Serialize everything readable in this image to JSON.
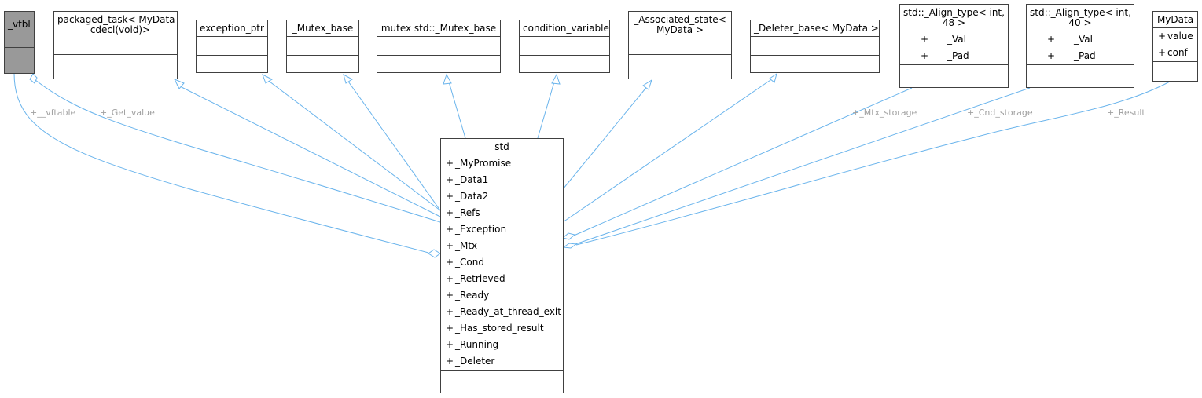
{
  "nodes": {
    "vtbl": {
      "title": "_vtbl",
      "attributes": []
    },
    "packaged_task": {
      "title_line1": "packaged_task< MyData",
      "title_line2": "__cdecl(void)>",
      "attributes": []
    },
    "exception_ptr": {
      "title": "exception_ptr",
      "attributes": []
    },
    "mutex_base": {
      "title": "_Mutex_base",
      "attributes": []
    },
    "mutex_std_mutex_base": {
      "title": "mutex std::_Mutex_base",
      "attributes": []
    },
    "condition_variable": {
      "title": "condition_variable",
      "attributes": []
    },
    "associated_state": {
      "title_line1": "_Associated_state<",
      "title_line2": "MyData >",
      "attributes": []
    },
    "deleter_base": {
      "title": "_Deleter_base< MyData >",
      "attributes": []
    },
    "align_type_48": {
      "title_line1": "std::_Align_type< int,",
      "title_line2": "48 >",
      "attributes": [
        {
          "vis": "+",
          "name": "_Val"
        },
        {
          "vis": "+",
          "name": "_Pad"
        }
      ]
    },
    "align_type_40": {
      "title_line1": "std::_Align_type< int,",
      "title_line2": "40 >",
      "attributes": [
        {
          "vis": "+",
          "name": "_Val"
        },
        {
          "vis": "+",
          "name": "_Pad"
        }
      ]
    },
    "mydata": {
      "title": "MyData",
      "attributes": [
        {
          "vis": "+",
          "name": "value"
        },
        {
          "vis": "+",
          "name": "conf"
        }
      ]
    },
    "std": {
      "title": "std",
      "attributes": [
        {
          "vis": "+",
          "name": "_MyPromise"
        },
        {
          "vis": "+",
          "name": "_Data1"
        },
        {
          "vis": "+",
          "name": "_Data2"
        },
        {
          "vis": "+",
          "name": "_Refs"
        },
        {
          "vis": "+",
          "name": "_Exception"
        },
        {
          "vis": "+",
          "name": "_Mtx"
        },
        {
          "vis": "+",
          "name": "_Cond"
        },
        {
          "vis": "+",
          "name": "_Retrieved"
        },
        {
          "vis": "+",
          "name": "_Ready"
        },
        {
          "vis": "+",
          "name": "_Ready_at_thread_exit"
        },
        {
          "vis": "+",
          "name": "_Has_stored_result"
        },
        {
          "vis": "+",
          "name": "_Running"
        },
        {
          "vis": "+",
          "name": "_Deleter"
        }
      ]
    }
  },
  "edge_labels": {
    "vftable": "+__vftable",
    "get_value": "+_Get_value",
    "mtx_storage": "+_Mtx_storage",
    "cnd_storage": "+_Cnd_storage",
    "result": "+_Result"
  },
  "colors": {
    "edge": "#6ab4ec",
    "box_border": "#404040",
    "gray_fill": "#999999",
    "label": "#a0a0a0"
  }
}
